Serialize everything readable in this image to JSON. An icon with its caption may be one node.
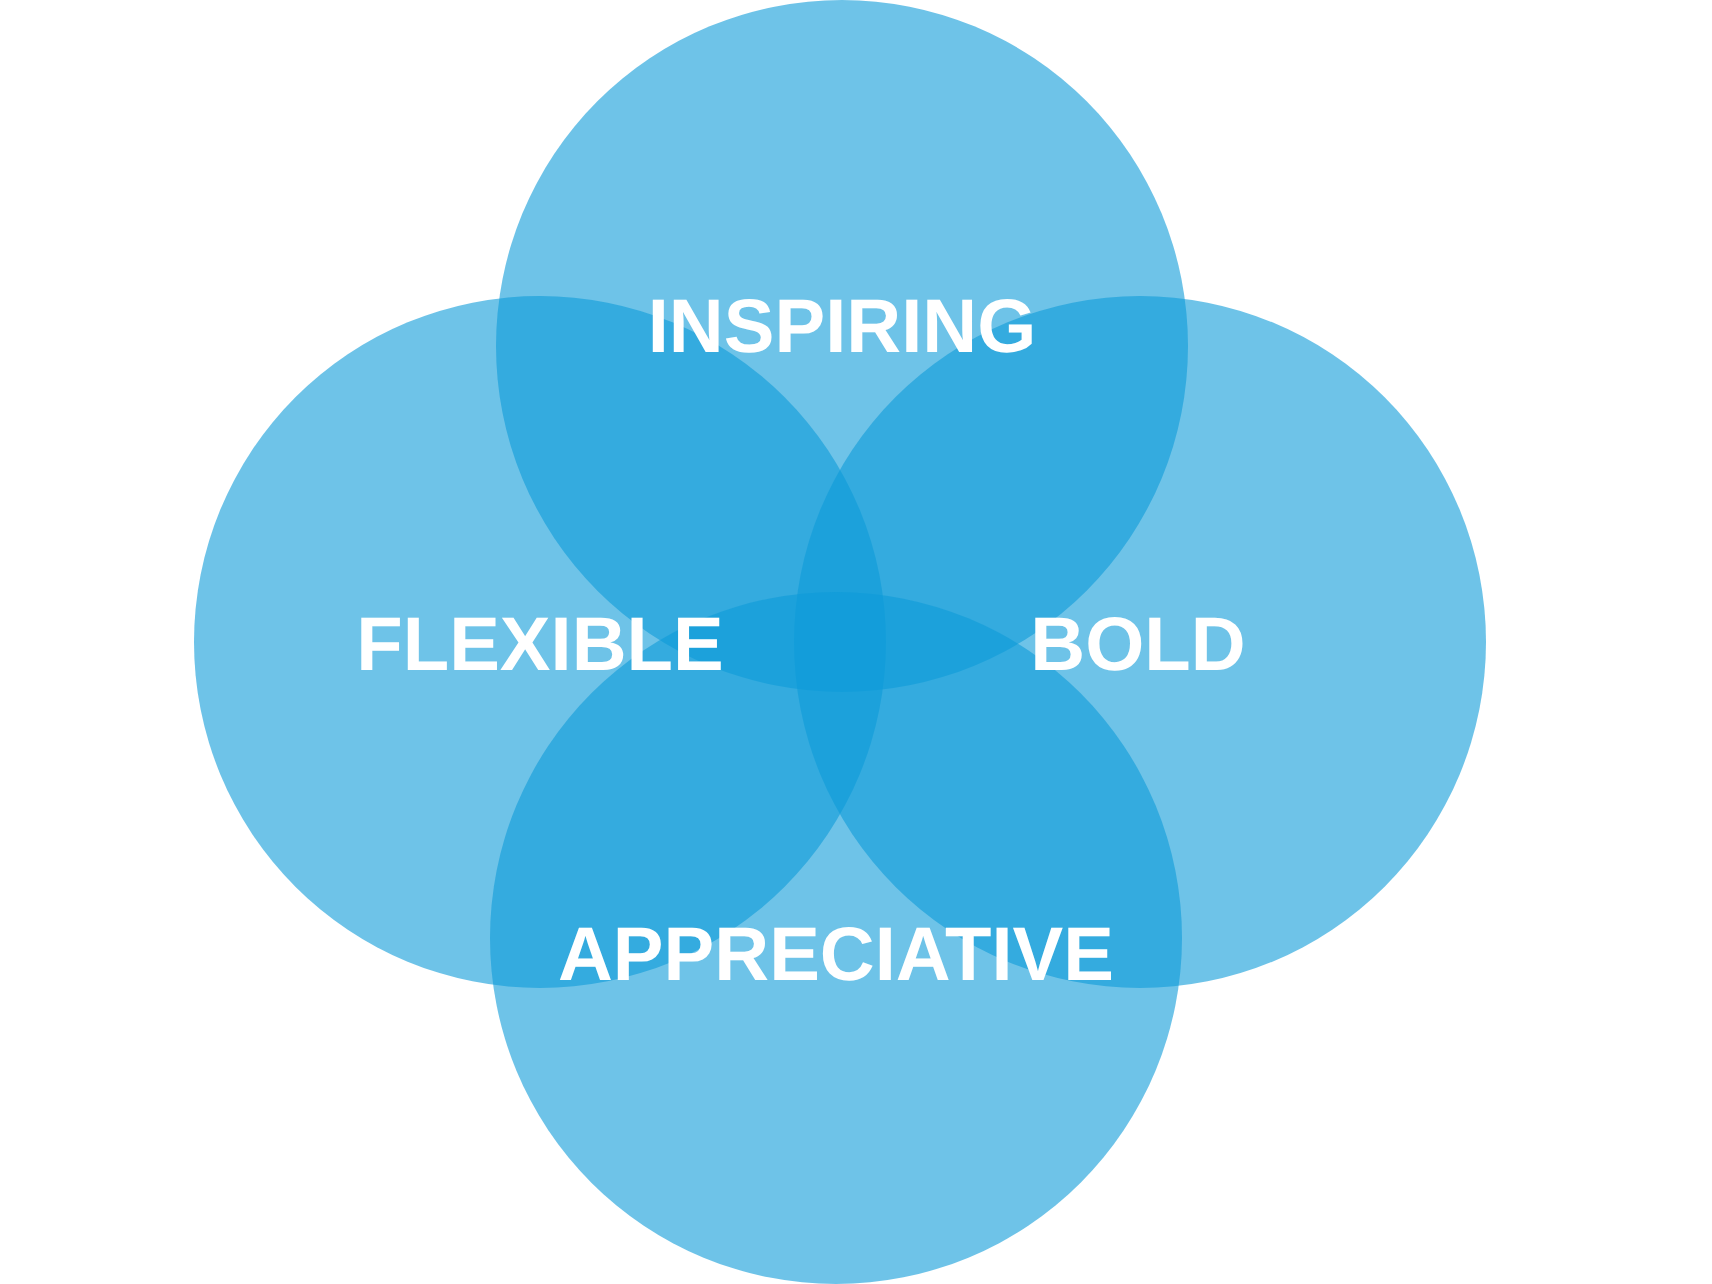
{
  "diagram": {
    "nodes": [
      {
        "text": [
          "INSPIRING"
        ]
      },
      {
        "text": [
          "FLEXIBLE"
        ]
      },
      {
        "text": [
          "BOLD"
        ]
      },
      {
        "text": [
          "APPRECIATIVE"
        ]
      }
    ]
  }
}
